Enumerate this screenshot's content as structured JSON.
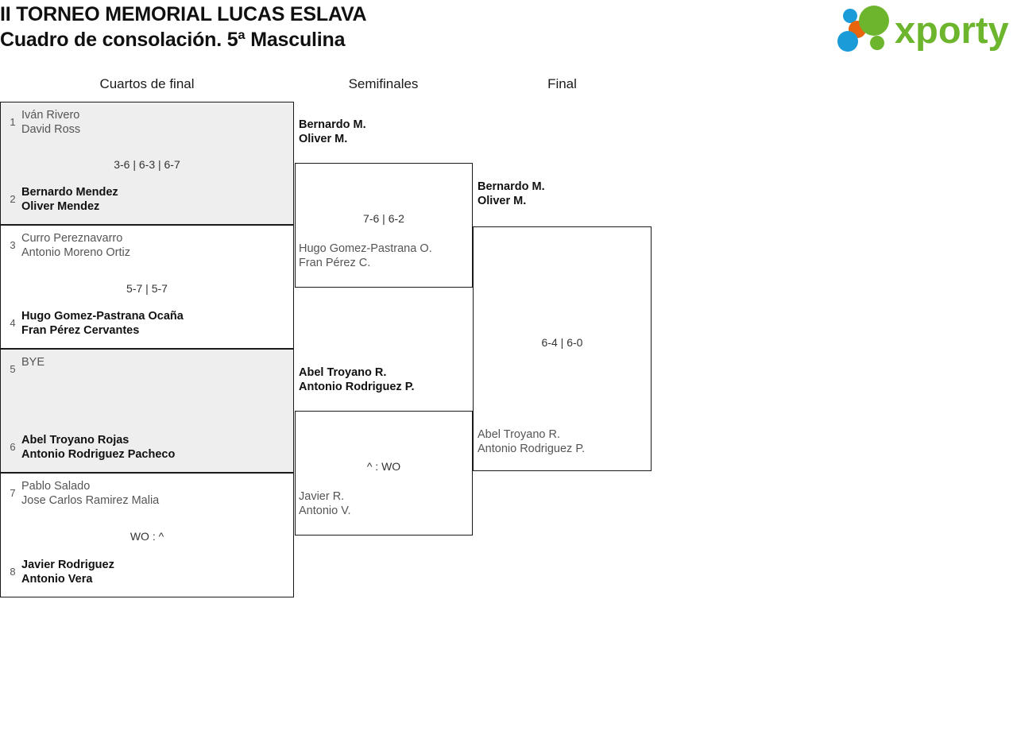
{
  "header": {
    "title_line1": "II TORNEO MEMORIAL LUCAS ESLAVA",
    "title_line2": "Cuadro de consolación. 5ª Masculina",
    "logo_text": "xporty"
  },
  "rounds": {
    "quarterfinals_label": "Cuartos de final",
    "semifinals_label": "Semifinales",
    "final_label": "Final"
  },
  "quarterfinals": [
    {
      "seed_top": "1",
      "top_line1": "Iván Rivero",
      "top_line2": "David Ross",
      "score": "3-6 | 6-3 | 6-7",
      "seed_bottom": "2",
      "bottom_line1": "Bernardo Mendez",
      "bottom_line2": "Oliver Mendez"
    },
    {
      "seed_top": "3",
      "top_line1": "Curro Pereznavarro",
      "top_line2": "Antonio Moreno Ortiz",
      "score": "5-7 | 5-7",
      "seed_bottom": "4",
      "bottom_line1": "Hugo Gomez-Pastrana Ocaña",
      "bottom_line2": "Fran Pérez Cervantes"
    },
    {
      "seed_top": "5",
      "top_line1": "BYE",
      "top_line2": "",
      "score": "",
      "seed_bottom": "6",
      "bottom_line1": "Abel Troyano Rojas",
      "bottom_line2": "Antonio Rodriguez Pacheco"
    },
    {
      "seed_top": "7",
      "top_line1": "Pablo Salado",
      "top_line2": "Jose Carlos Ramirez Malia",
      "score": "WO : ^",
      "seed_bottom": "8",
      "bottom_line1": "Javier Rodriguez",
      "bottom_line2": "Antonio Vera"
    }
  ],
  "semifinals": [
    {
      "top_line1": "Bernardo M.",
      "top_line2": "Oliver M.",
      "score": "7-6 | 6-2",
      "bottom_line1": "Hugo Gomez-Pastrana O.",
      "bottom_line2": "Fran Pérez C."
    },
    {
      "top_line1": "Abel Troyano R.",
      "top_line2": "Antonio Rodriguez P.",
      "score": "^ : WO",
      "bottom_line1": "Javier R.",
      "bottom_line2": "Antonio V."
    }
  ],
  "final": {
    "top_line1": "Bernardo M.",
    "top_line2": "Oliver M.",
    "score": "6-4 | 6-0",
    "bottom_line1": "Abel Troyano R.",
    "bottom_line2": "Antonio Rodriguez P."
  },
  "colors": {
    "brand_green": "#6cb52d",
    "brand_orange": "#e8650d",
    "brand_blue": "#1b9bd8",
    "shaded_row": "#eeeeee",
    "border": "#1a1a1a",
    "winner_text": "#111111",
    "loser_text": "#555555"
  },
  "chart_data": {
    "type": "table",
    "title": "II TORNEO MEMORIAL LUCAS ESLAVA — Cuadro de consolación. 5ª Masculina",
    "bracket_size": 8,
    "rounds": [
      "Cuartos de final",
      "Semifinales",
      "Final"
    ],
    "matches": [
      {
        "round": "Cuartos de final",
        "seeds": [
          "1",
          "2"
        ],
        "teams": [
          "Iván Rivero / David Ross",
          "Bernardo Mendez / Oliver Mendez"
        ],
        "score": "3-6 | 6-3 | 6-7",
        "winner": "Bernardo Mendez / Oliver Mendez"
      },
      {
        "round": "Cuartos de final",
        "seeds": [
          "3",
          "4"
        ],
        "teams": [
          "Curro Pereznavarro / Antonio Moreno Ortiz",
          "Hugo Gomez-Pastrana Ocaña / Fran Pérez Cervantes"
        ],
        "score": "5-7 | 5-7",
        "winner": "Hugo Gomez-Pastrana Ocaña / Fran Pérez Cervantes"
      },
      {
        "round": "Cuartos de final",
        "seeds": [
          "5",
          "6"
        ],
        "teams": [
          "BYE",
          "Abel Troyano Rojas / Antonio Rodriguez Pacheco"
        ],
        "score": "",
        "winner": "Abel Troyano Rojas / Antonio Rodriguez Pacheco"
      },
      {
        "round": "Cuartos de final",
        "seeds": [
          "7",
          "8"
        ],
        "teams": [
          "Pablo Salado / Jose Carlos Ramirez Malia",
          "Javier Rodriguez / Antonio Vera"
        ],
        "score": "WO : ^",
        "winner": "Javier Rodriguez / Antonio Vera"
      },
      {
        "round": "Semifinales",
        "seeds": [],
        "teams": [
          "Bernardo M. / Oliver M.",
          "Hugo Gomez-Pastrana O. / Fran Pérez C."
        ],
        "score": "7-6 | 6-2",
        "winner": "Bernardo M. / Oliver M."
      },
      {
        "round": "Semifinales",
        "seeds": [],
        "teams": [
          "Abel Troyano R. / Antonio Rodriguez P.",
          "Javier R. / Antonio V."
        ],
        "score": "^ : WO",
        "winner": "Abel Troyano R. / Antonio Rodriguez P."
      },
      {
        "round": "Final",
        "seeds": [],
        "teams": [
          "Bernardo M. / Oliver M.",
          "Abel Troyano R. / Antonio Rodriguez P."
        ],
        "score": "6-4 | 6-0",
        "winner": "Bernardo M. / Oliver M."
      }
    ],
    "champion": "Bernardo M. / Oliver M."
  }
}
